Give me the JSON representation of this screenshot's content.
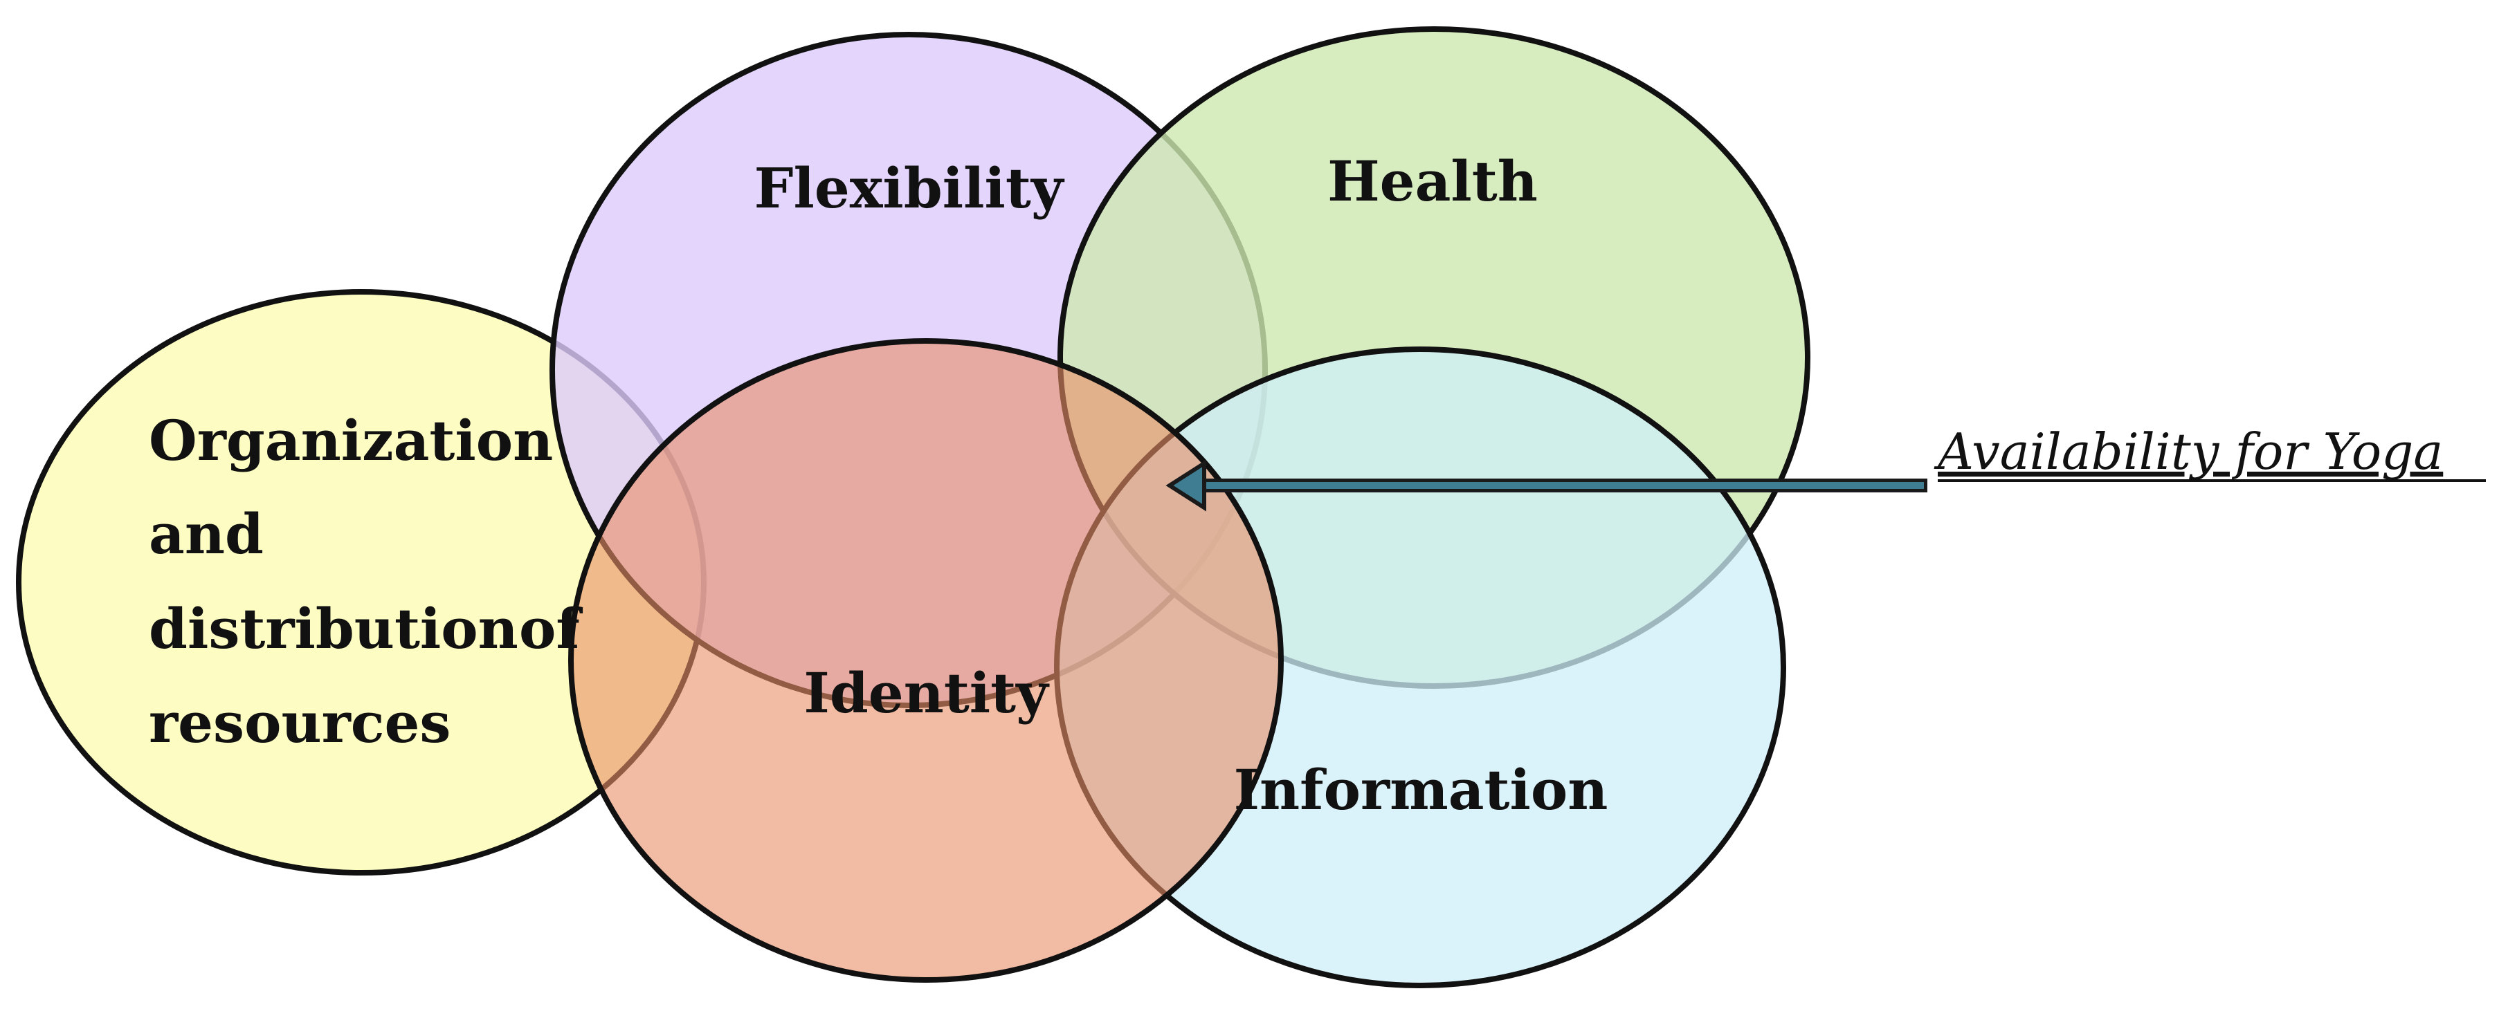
{
  "diagram": {
    "sets": {
      "organization": {
        "lines": [
          "Organization",
          "and",
          "distribution",
          "resources"
        ],
        "trailing_word": "of",
        "fill": "#fdfdbd"
      },
      "flexibility": {
        "label": "Flexibility",
        "fill": "#dccbfb"
      },
      "health": {
        "label": "Health",
        "fill": "#cde9b0"
      },
      "information": {
        "label": "Information",
        "fill": "#cdeef8"
      },
      "identity": {
        "label": "Identity",
        "fill": "#e98d66"
      }
    },
    "callout": {
      "label": "Availability for Yoga",
      "arrow_color": "#3f7e92",
      "points_to": "center-overlap"
    }
  }
}
